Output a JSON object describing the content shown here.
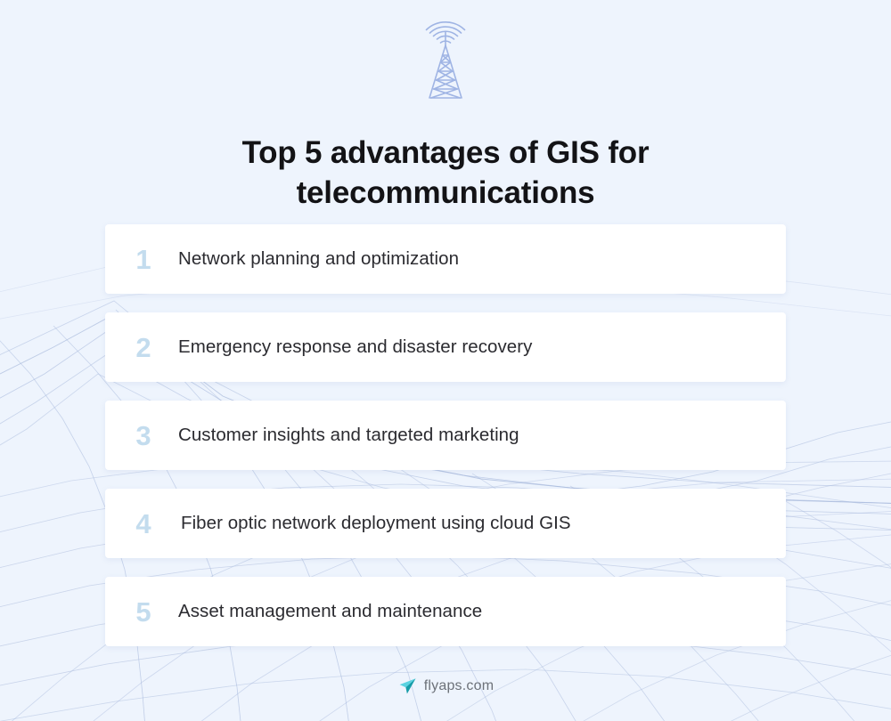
{
  "page": {
    "background_color": "#eef4fd",
    "title": "Top 5 advantages of GIS for telecommunications",
    "title_line_1": "Top 5 advantages of GIS for",
    "title_line_2": "telecommunications"
  },
  "header_icon": {
    "name": "telecom-tower-icon",
    "color": "#9fb4e4"
  },
  "list": {
    "items": [
      {
        "number": "1",
        "label": "Network planning and optimization"
      },
      {
        "number": "2",
        "label": "Emergency response and disaster recovery"
      },
      {
        "number": "3",
        "label": "Customer insights and targeted marketing"
      },
      {
        "number": "4",
        "label": "Fiber optic network deployment using cloud GIS"
      },
      {
        "number": "5",
        "label": "Asset management and maintenance"
      }
    ],
    "number_color": "#c3dcee",
    "text_color": "#2b2b30",
    "card_color": "#ffffff"
  },
  "footer": {
    "logo_name": "flyaps-arrow-logo",
    "logo_color_light": "#5ad2e0",
    "logo_color_dark": "#159ca8",
    "text": "flyaps.com",
    "text_color": "#6d7279"
  }
}
